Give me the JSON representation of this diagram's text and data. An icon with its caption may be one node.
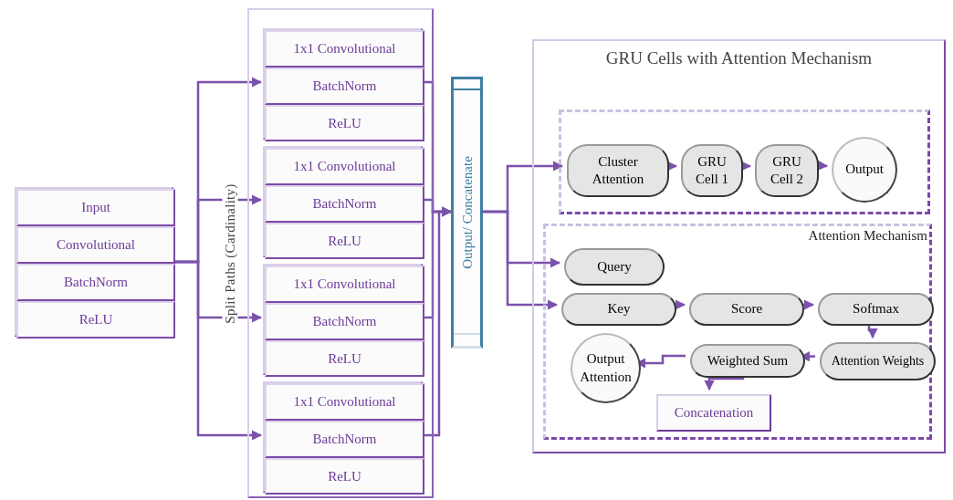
{
  "diagram": {
    "nodes": [
      {
        "text": [],
        "shape": "box"
      },
      {
        "text": [
          "Input"
        ],
        "in": 0
      },
      {
        "text": [
          "Convolutional"
        ],
        "in": 0
      },
      {
        "text": [
          "BatchNorm"
        ],
        "in": 0
      },
      {
        "text": [
          "ReLU"
        ],
        "in": 0
      },
      {
        "text": [
          "Split Paths (Cardinality)"
        ]
      },
      {
        "text": [],
        "shape": "box",
        "in": 5
      },
      {
        "text": [
          "1x1 Convolutional"
        ],
        "in": 6
      },
      {
        "text": [
          "BatchNorm"
        ],
        "in": 6
      },
      {
        "text": [
          "ReLU"
        ],
        "in": 6
      },
      {
        "text": [],
        "shape": "box",
        "in": 5
      },
      {
        "text": [
          "1x1 Convolutional"
        ],
        "in": 10
      },
      {
        "text": [
          "BatchNorm"
        ],
        "in": 10
      },
      {
        "text": [
          "ReLU"
        ],
        "in": 10
      },
      {
        "text": [],
        "shape": "box",
        "in": 5
      },
      {
        "text": [
          "1x1 Convolutional"
        ],
        "in": 14
      },
      {
        "text": [
          "BatchNorm"
        ],
        "in": 14
      },
      {
        "text": [
          "ReLU"
        ],
        "in": 14
      },
      {
        "text": [],
        "shape": "box",
        "in": 5
      },
      {
        "text": [
          "1x1 Convolutional"
        ],
        "in": 18
      },
      {
        "text": [
          "BatchNorm"
        ],
        "in": 18
      },
      {
        "text": [
          "ReLU"
        ],
        "in": 18
      },
      {
        "text": [
          "Output/ Concatenate"
        ]
      },
      {
        "text": [
          "GRU Cells with Attention Mechanism"
        ]
      },
      {
        "text": [],
        "shape": "box",
        "in": 23
      },
      {
        "text": [
          "Cluster Attention"
        ],
        "in": 24
      },
      {
        "text": [
          "GRU Cell 1"
        ],
        "in": 24
      },
      {
        "text": [
          "GRU Cell 2"
        ],
        "in": 24
      },
      {
        "text": [
          "Output"
        ],
        "in": 24
      },
      {
        "text": [
          "Attention Mechanism"
        ],
        "in": 23
      },
      {
        "text": [
          "Query"
        ],
        "in": 29
      },
      {
        "text": [
          "Key"
        ],
        "in": 29
      },
      {
        "text": [
          "Score"
        ],
        "in": 29
      },
      {
        "text": [
          "Softmax"
        ],
        "in": 29
      },
      {
        "text": [
          "Attention Weights"
        ],
        "in": 29
      },
      {
        "text": [
          "Weighted Sum"
        ],
        "in": 29
      },
      {
        "text": [
          "Output Attention"
        ],
        "in": 29
      },
      {
        "text": [
          "Concatenation"
        ],
        "in": 29
      }
    ],
    "edges": [
      {
        "from": 0,
        "to": 8,
        "arrow": "to"
      },
      {
        "from": 0,
        "to": 12,
        "arrow": "to"
      },
      {
        "from": 0,
        "to": 16,
        "arrow": "to"
      },
      {
        "from": 0,
        "to": 20,
        "arrow": "to"
      },
      {
        "from": 8,
        "to": 22,
        "arrow": "to"
      },
      {
        "from": 12,
        "to": 22,
        "arrow": "to"
      },
      {
        "from": 16,
        "to": 22,
        "arrow": "to"
      },
      {
        "from": 20,
        "to": 22,
        "arrow": "to"
      },
      {
        "from": 22,
        "to": 25,
        "arrow": "to"
      },
      {
        "from": 22,
        "to": 30,
        "arrow": "to"
      },
      {
        "from": 22,
        "to": 31,
        "arrow": "to"
      },
      {
        "from": 25,
        "to": 26,
        "arrow": "to"
      },
      {
        "from": 26,
        "to": 27,
        "arrow": "to"
      },
      {
        "from": 27,
        "to": 28,
        "arrow": "to"
      },
      {
        "from": 31,
        "to": 32,
        "arrow": "to"
      },
      {
        "from": 32,
        "to": 33,
        "arrow": "to"
      },
      {
        "from": 33,
        "to": 34,
        "arrow": "to"
      },
      {
        "from": 34,
        "to": 35,
        "arrow": "to"
      },
      {
        "from": 35,
        "to": 36,
        "arrow": "to"
      },
      {
        "from": 35,
        "to": 37,
        "arrow": "to"
      }
    ]
  }
}
